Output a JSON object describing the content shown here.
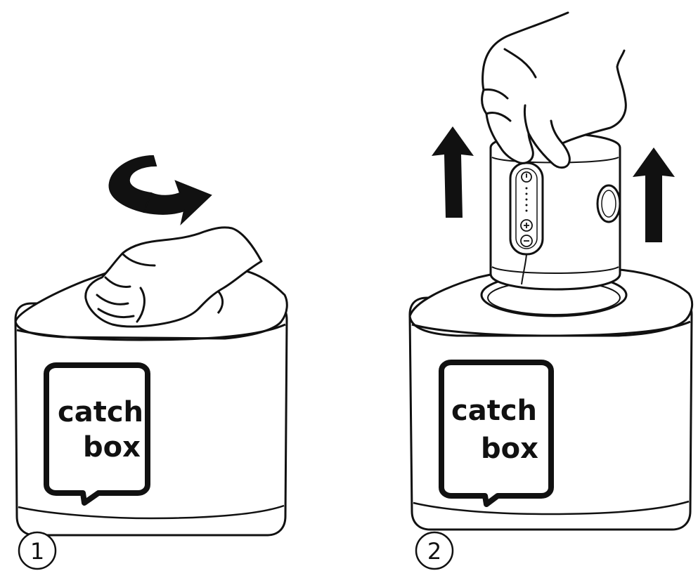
{
  "steps": [
    {
      "number": "1",
      "logo_line1": "catch",
      "logo_line2": "box"
    },
    {
      "number": "2",
      "logo_line1": "catch",
      "logo_line2": "box"
    }
  ],
  "colors": {
    "stroke": "#111111",
    "fill": "#ffffff",
    "arrow": "#111111"
  },
  "icons": [
    "rotate-arrow-icon",
    "up-arrow-icon",
    "power-icon",
    "plus-icon",
    "minus-icon"
  ]
}
